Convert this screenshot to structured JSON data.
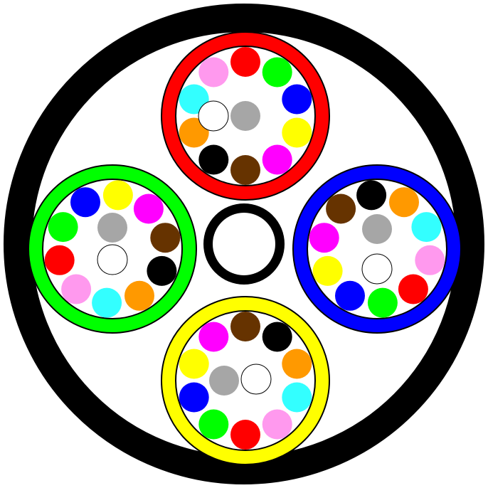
{
  "colors": {
    "jacket": "#000000",
    "background": "#ffffff"
  },
  "center_member": {
    "ring": "#000000",
    "fill": "#ffffff"
  },
  "tubes": [
    {
      "id": "top",
      "color": "#ff0000",
      "fibers": [
        "#ff0000",
        "#00ff00",
        "#0000ff",
        "#ffff00",
        "#ff00ff",
        "#663300",
        "#000000",
        "#ff9900",
        "#33ffff",
        "#ff99ee",
        "#a6a6a6",
        "#ffffff"
      ]
    },
    {
      "id": "right",
      "color": "#0000ff",
      "fibers": [
        "#ff9900",
        "#33ffff",
        "#ff99ee",
        "#ff0000",
        "#00ff00",
        "#0000ff",
        "#ffff00",
        "#ff00ff",
        "#663300",
        "#000000",
        "#ffffff",
        "#a6a6a6"
      ]
    },
    {
      "id": "bottom",
      "color": "#ffff00",
      "fibers": [
        "#663300",
        "#000000",
        "#ff9900",
        "#33ffff",
        "#ff99ee",
        "#ff0000",
        "#00ff00",
        "#0000ff",
        "#ffff00",
        "#ff00ff",
        "#a6a6a6",
        "#ffffff"
      ]
    },
    {
      "id": "left",
      "color": "#00ff00",
      "fibers": [
        "#0000ff",
        "#ffff00",
        "#ff00ff",
        "#663300",
        "#000000",
        "#ff9900",
        "#33ffff",
        "#ff99ee",
        "#ff0000",
        "#00ff00",
        "#a6a6a6",
        "#ffffff"
      ]
    }
  ]
}
